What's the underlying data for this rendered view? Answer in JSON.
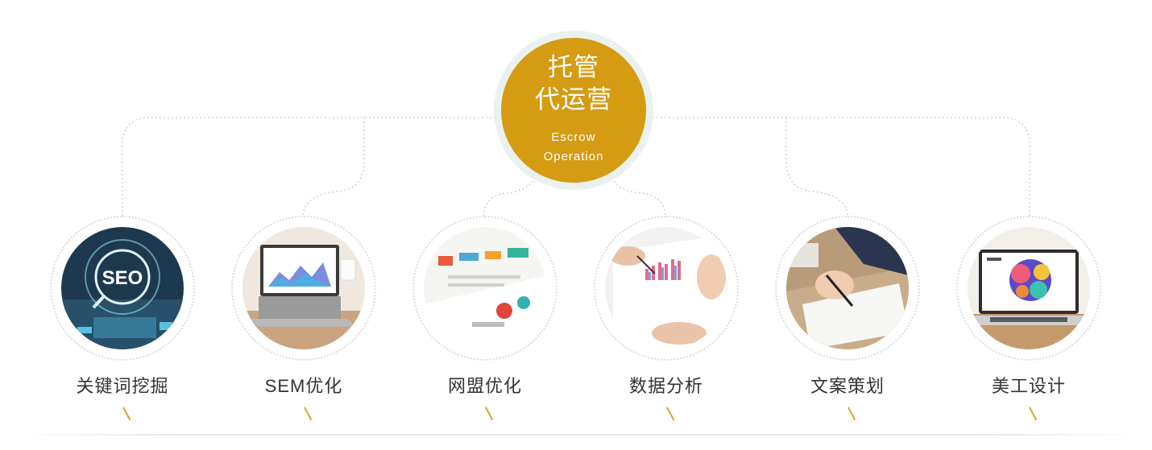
{
  "hub": {
    "title_line1": "托管",
    "title_line2": "代运营",
    "subtitle_line1": "Escrow",
    "subtitle_line2": "Operation",
    "color": "#d59b12"
  },
  "services": [
    {
      "label": "关键词挖掘",
      "icon": "seo-magnifier-image"
    },
    {
      "label": "SEM优化",
      "icon": "laptop-chart-image"
    },
    {
      "label": "网盟优化",
      "icon": "printed-charts-image"
    },
    {
      "label": "数据分析",
      "icon": "hands-analyzing-chart-image"
    },
    {
      "label": "文案策划",
      "icon": "hand-writing-document-image"
    },
    {
      "label": "美工设计",
      "icon": "laptop-design-image"
    }
  ],
  "colors": {
    "accent": "#e0a21c",
    "connector": "#cfcfcf",
    "ring": "#eaf1ef"
  }
}
